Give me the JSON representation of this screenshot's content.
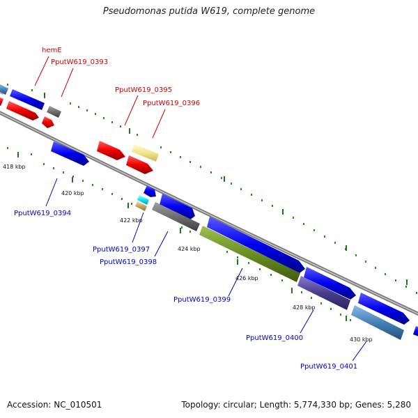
{
  "title": "Pseudomonas putida W619, complete genome",
  "accession": "Accession: NC_010501",
  "topology": "Topology: circular; Length: 5,774,330 bp; Genes: 5,280",
  "ticks": [
    "418 kbp",
    "420 kbp",
    "422 kbp",
    "424 kbp",
    "426 kbp",
    "428 kbp",
    "430 kbp"
  ],
  "gene_labels": [
    {
      "id": "hemE",
      "text": "hemE",
      "color": "#d40000"
    },
    {
      "id": "pputw619-0393",
      "text": "PputW619_0393",
      "color": "#d40000"
    },
    {
      "id": "pputw619-0395",
      "text": "PputW619_0395",
      "color": "#d40000"
    },
    {
      "id": "pputw619-0396",
      "text": "PputW619_0396",
      "color": "#d40000"
    },
    {
      "id": "pputw619-0394",
      "text": "PputW619_0394",
      "color": "#0000cc"
    },
    {
      "id": "pputw619-0397",
      "text": "PputW619_0397",
      "color": "#0000cc"
    },
    {
      "id": "pputw619-0398",
      "text": "PputW619_0398",
      "color": "#0000cc"
    },
    {
      "id": "pputw619-0399",
      "text": "PputW619_0399",
      "color": "#0000cc"
    },
    {
      "id": "pputw619-0400",
      "text": "PputW619_0400",
      "color": "#0000cc"
    },
    {
      "id": "pputw619-0401",
      "text": "PputW619_0401",
      "color": "#0000cc"
    }
  ]
}
